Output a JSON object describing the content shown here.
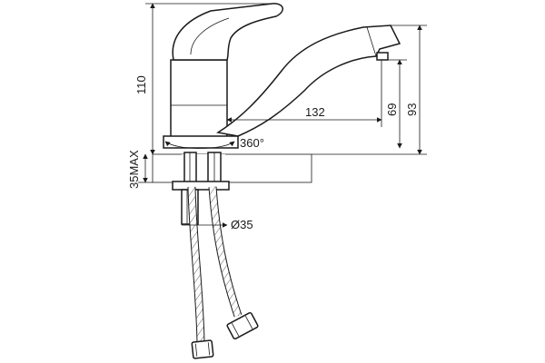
{
  "dimensions": {
    "height_total": "110",
    "spout_reach": "132",
    "spout_height_low": "69",
    "spout_height_high": "93",
    "mount_thickness": "35MAX",
    "mount_hole": "Ø35",
    "rotation": "360°"
  },
  "colors": {
    "line": "#1a1a1a",
    "background": "#ffffff"
  }
}
